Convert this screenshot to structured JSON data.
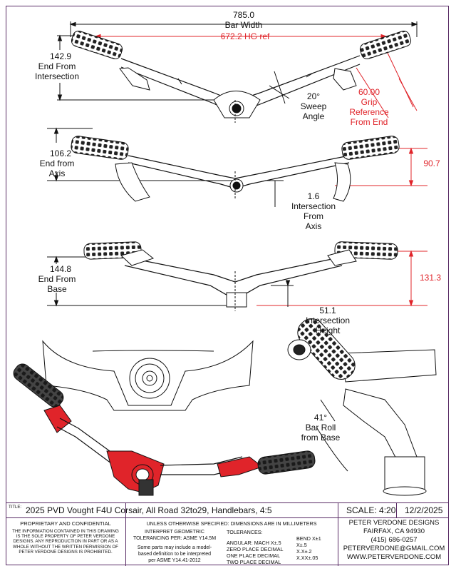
{
  "dimensions": {
    "bar_width_value": "785.0",
    "bar_width_label": "Bar Width",
    "hg_ref": "672.2 HG ref",
    "end_from_intersection_value": "142.9",
    "end_from_intersection_label1": "End From",
    "end_from_intersection_label2": "Intersection",
    "sweep_value": "20°",
    "sweep_label1": "Sweep",
    "sweep_label2": "Angle",
    "grip_ref_value": "60.00",
    "grip_ref_label1": "Grip",
    "grip_ref_label2": "Reference",
    "grip_ref_label3": "From End",
    "end_from_axis_value": "106.2",
    "end_from_axis_label1": "End from",
    "end_from_axis_label2": "Axis",
    "rise_value": "90.7",
    "intersection_from_axis_value": "1.6",
    "intersection_from_axis_label1": "Intersection",
    "intersection_from_axis_label2": "From",
    "intersection_from_axis_label3": "Axis",
    "end_from_base_value": "144.8",
    "end_from_base_label1": "End From",
    "end_from_base_label2": "Base",
    "height_value": "131.3",
    "intersection_height_value": "51.1",
    "intersection_height_label1": "Intersection",
    "intersection_height_label2": "Height",
    "bar_roll_value": "41°",
    "bar_roll_label1": "Bar Roll",
    "bar_roll_label2": "from Base"
  },
  "title_block": {
    "title_label": "TITLE:",
    "title": "2025 PVD Vought F4U Corsair, All Road 32to29, Handlebars, 4:5",
    "scale": "SCALE: 4:20",
    "date": "12/2/2025",
    "proprietary_heading": "PROPRIETARY AND CONFIDENTIAL",
    "proprietary_line1": "THE INFORMATION CONTAINED IN THIS DRAWING",
    "proprietary_line2": "IS THE SOLE PROPERTY OF PETER VERDONE",
    "proprietary_line3": "DESIGNS.  ANY REPRODUCTION IN PART OR AS A",
    "proprietary_line4": "WHOLE WITHOUT THE WRITTEN PERMISSION OF",
    "proprietary_line5": "PETER VERDONE DESIGNS IS PROHIBITED.",
    "unless_note": "UNLESS OTHERWISE SPECIFIED: DIMENSIONS ARE IN MILLIMETERS",
    "interpret_line1": "INTERPRET GEOMETRIC",
    "interpret_line2": "TOLERANCING PER: ASME Y14.5M",
    "model_line1": "Some parts may include a model-",
    "model_line2": "based definition to be interpreted",
    "model_line3": "per ASME Y14.41-2012",
    "tol_heading": "TOLERANCES:",
    "tol_angular": "ANGULAR: MACH X±.5",
    "tol_bend": "BEND X±1",
    "tol_zero": "ZERO PLACE DECIMAL",
    "tol_zero_val": "X±.5",
    "tol_one": "ONE PLACE DECIMAL",
    "tol_one_val": "X.X±.2",
    "tol_two": "TWO PLACE DECIMAL",
    "tol_two_val": "X.XX±.05",
    "company": "PETER VERDONE DESIGNS",
    "city": "FAIRFAX, CA 94930",
    "phone": "(415) 686-0257",
    "email": "PETERVERDONE@GMAIL.COM",
    "web": "WWW.PETERVERDONE.COM"
  },
  "colors": {
    "red": "#e0242a",
    "border": "#5a2d66"
  }
}
